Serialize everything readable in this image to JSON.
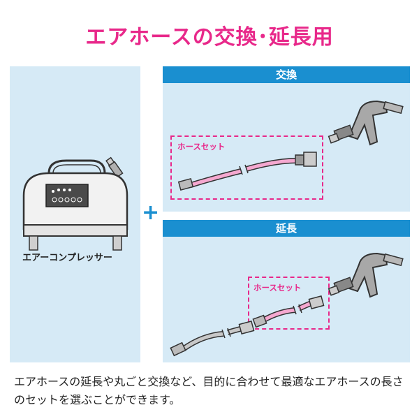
{
  "title": "エアホースの交換･延長用",
  "left_panel": {
    "label": "エアーコンプレッサー",
    "icon": "air-compressor"
  },
  "plus_sign": "+",
  "exchange": {
    "header": "交換",
    "set_label": "ホースセット"
  },
  "extend": {
    "header": "延長",
    "set_label": "ホースセット"
  },
  "caption": "エアホースの延長や丸ごと交換など、目的に合わせて最適なエアホースの長さのセットを選ぶことができます。",
  "colors": {
    "pink": "#e8288a",
    "blue": "#1a8fd0",
    "panel": "#d6eaf6"
  }
}
